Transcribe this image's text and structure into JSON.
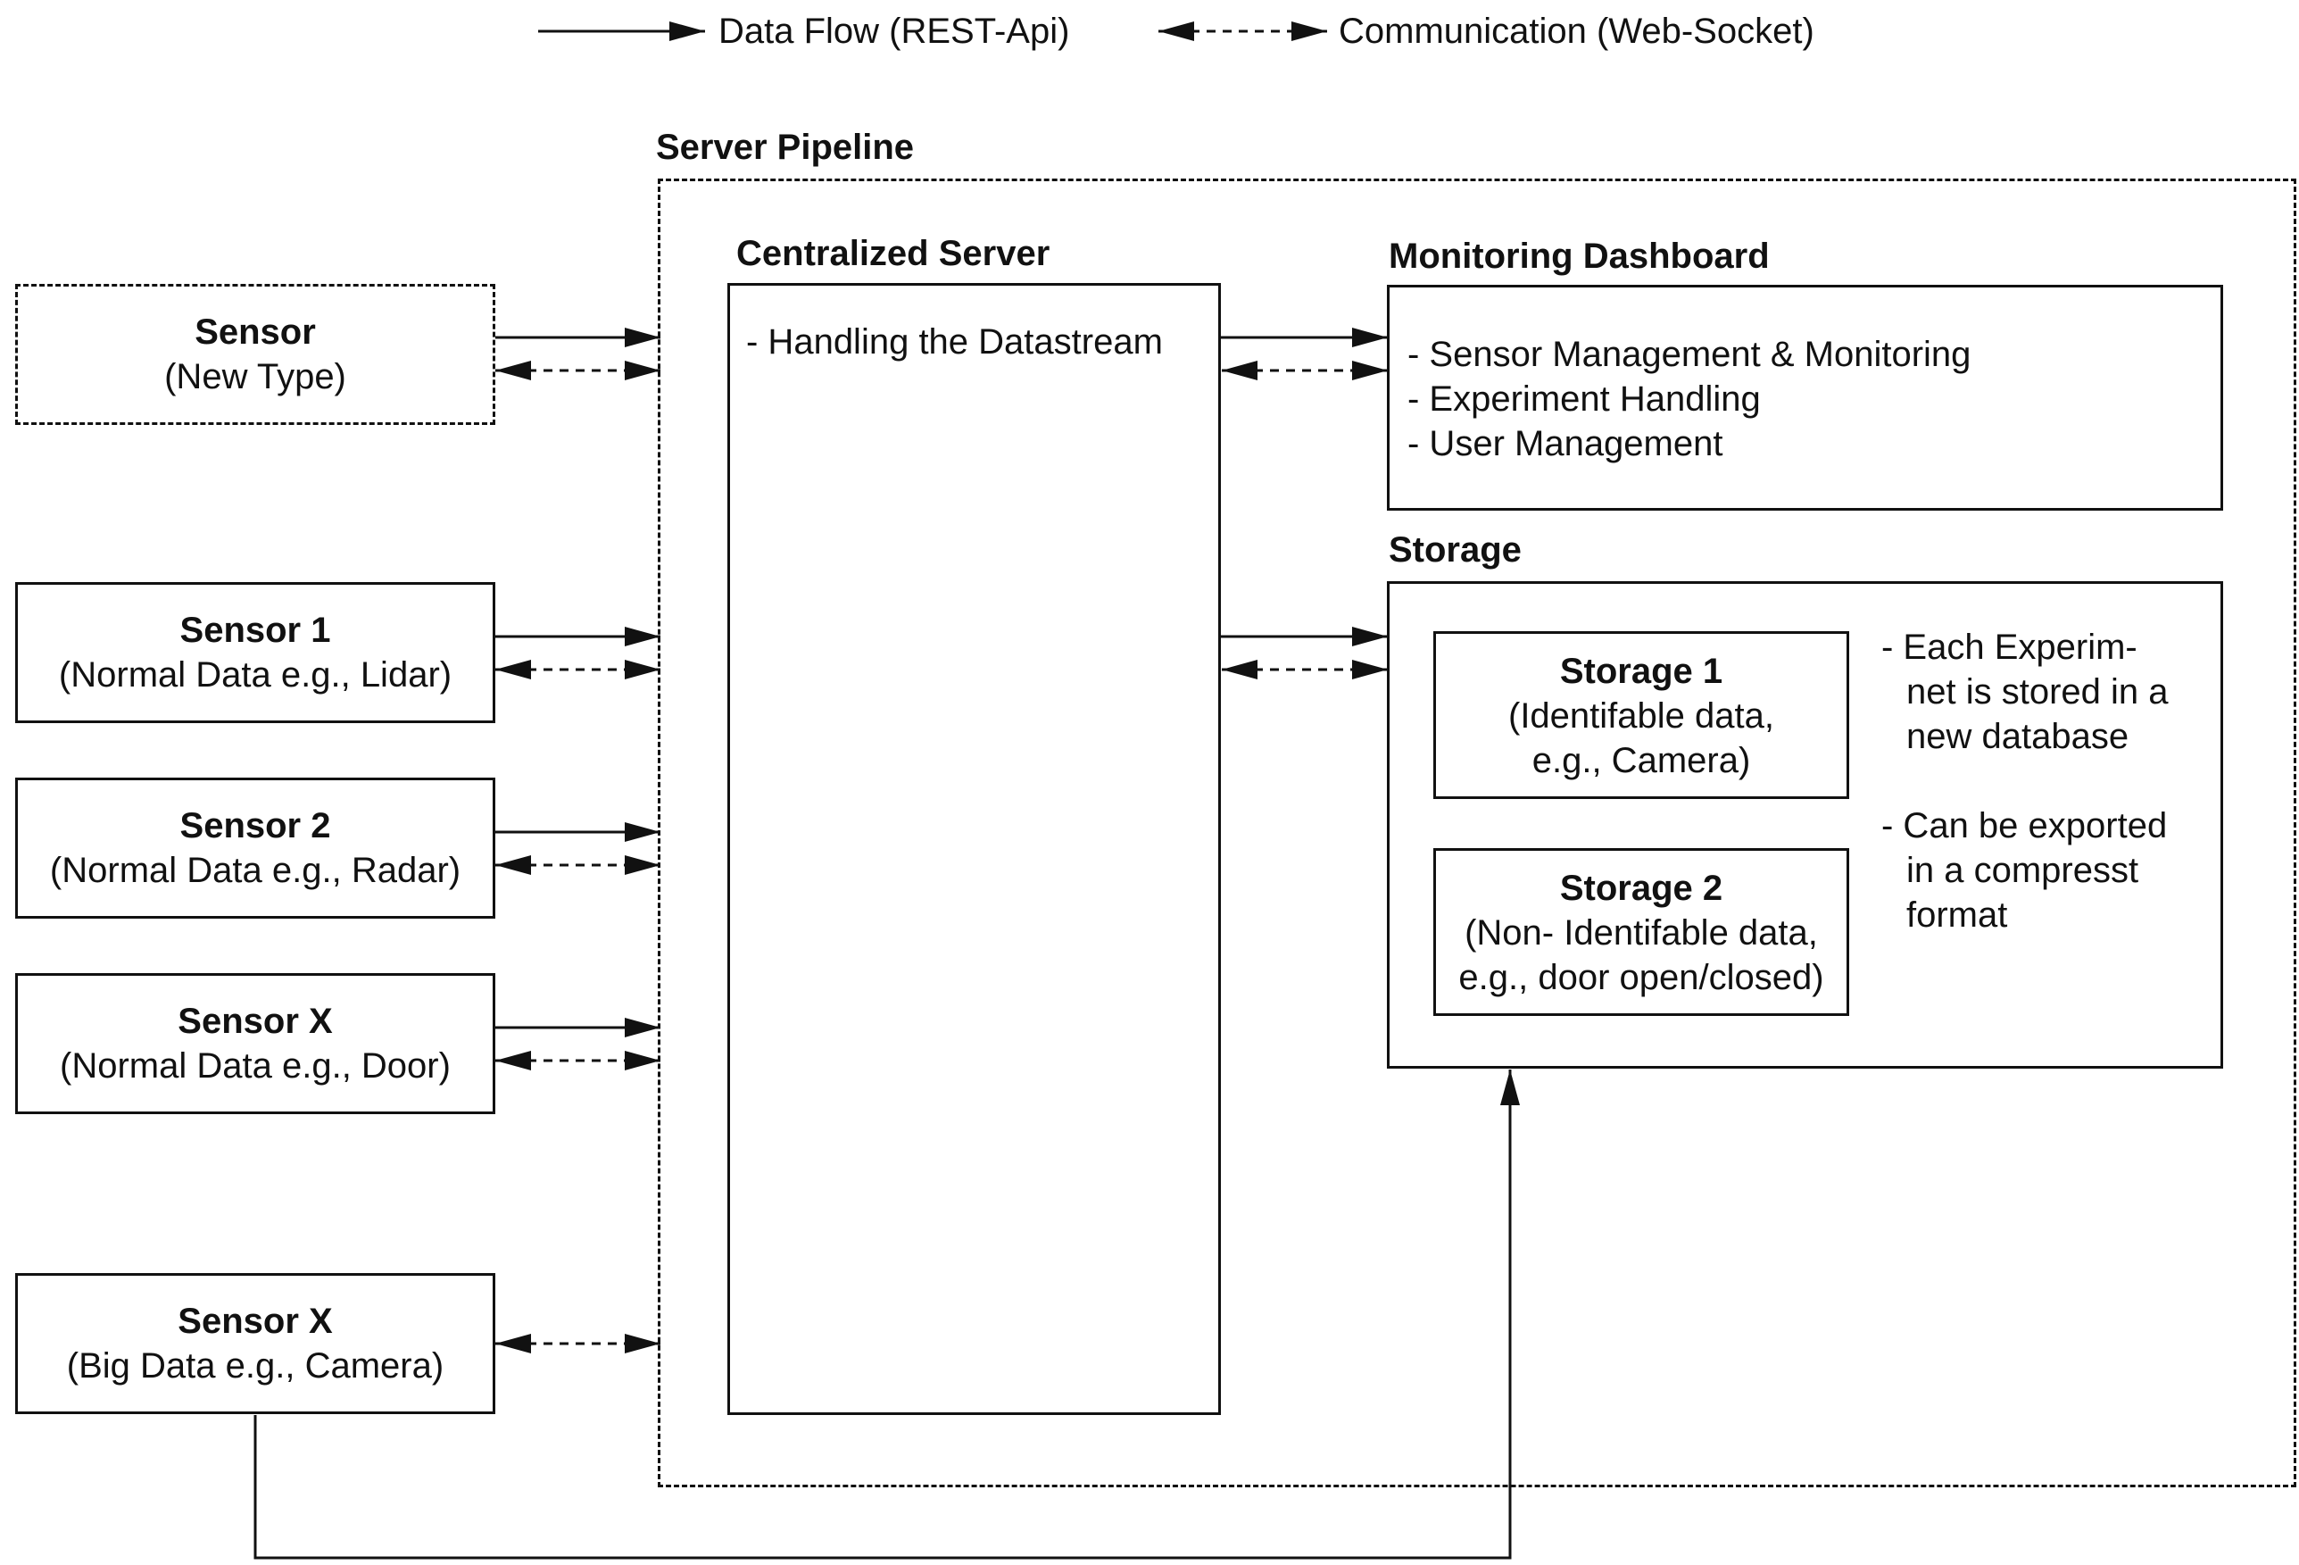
{
  "legend": {
    "solid_label": "Data Flow (REST-Api)",
    "dashed_label": "Communication (Web-Socket)"
  },
  "pipeline": {
    "title": "Server Pipeline"
  },
  "sensors": [
    {
      "name": "Sensor",
      "desc": "(New Type)"
    },
    {
      "name": "Sensor 1",
      "desc": "(Normal Data e.g., Lidar)"
    },
    {
      "name": "Sensor 2",
      "desc": "(Normal Data e.g., Radar)"
    },
    {
      "name": "Sensor X",
      "desc": "(Normal Data e.g., Door)"
    },
    {
      "name": "Sensor X",
      "desc": "(Big Data e.g., Camera)"
    }
  ],
  "server": {
    "title": "Centralized Server",
    "items": [
      "- Handling the Datastream"
    ]
  },
  "dashboard": {
    "title": "Monitoring Dashboard",
    "items": [
      "- Sensor Management & Monitoring",
      "- Experiment Handling",
      "- User Management"
    ]
  },
  "storage": {
    "title": "Storage",
    "units": [
      {
        "name": "Storage 1",
        "lines": [
          "(Identifable data,",
          "e.g., Camera)"
        ]
      },
      {
        "name": "Storage 2",
        "lines": [
          "(Non- Identifable data,",
          "e.g., door open/closed)"
        ]
      }
    ],
    "notes": [
      [
        "- Each Experim-",
        "net is stored in a",
        "new database"
      ],
      [
        "- Can be exported",
        "in a compresst",
        "format"
      ]
    ]
  }
}
